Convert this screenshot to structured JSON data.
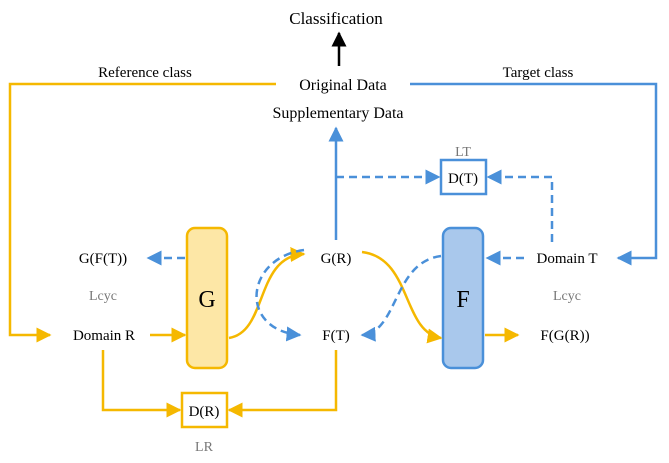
{
  "labels": {
    "classification": "Classification",
    "reference_class": "Reference class",
    "original_data": "Original Data",
    "target_class": "Target class",
    "supplementary_data": "Supplementary Data",
    "lt": "LT",
    "dt": "D(T)",
    "gft": "G(F(T))",
    "gr": "G(R)",
    "domain_t": "Domain T",
    "lcyc_left": "Lcyc",
    "lcyc_right": "Lcyc",
    "g_block": "G",
    "f_block": "F",
    "domain_r": "Domain R",
    "ft": "F(T)",
    "fgr": "F(G(R))",
    "dr": "D(R)",
    "lr": "LR"
  },
  "colors": {
    "orange": "#f5b800",
    "orange_fill": "#fde7a6",
    "blue": "#4a90d9",
    "blue_fill": "#a9c8ec",
    "box_border_orange": "#f5b800",
    "box_border_blue": "#4a90d9",
    "text": "#000000",
    "loss_text": "#777777"
  }
}
